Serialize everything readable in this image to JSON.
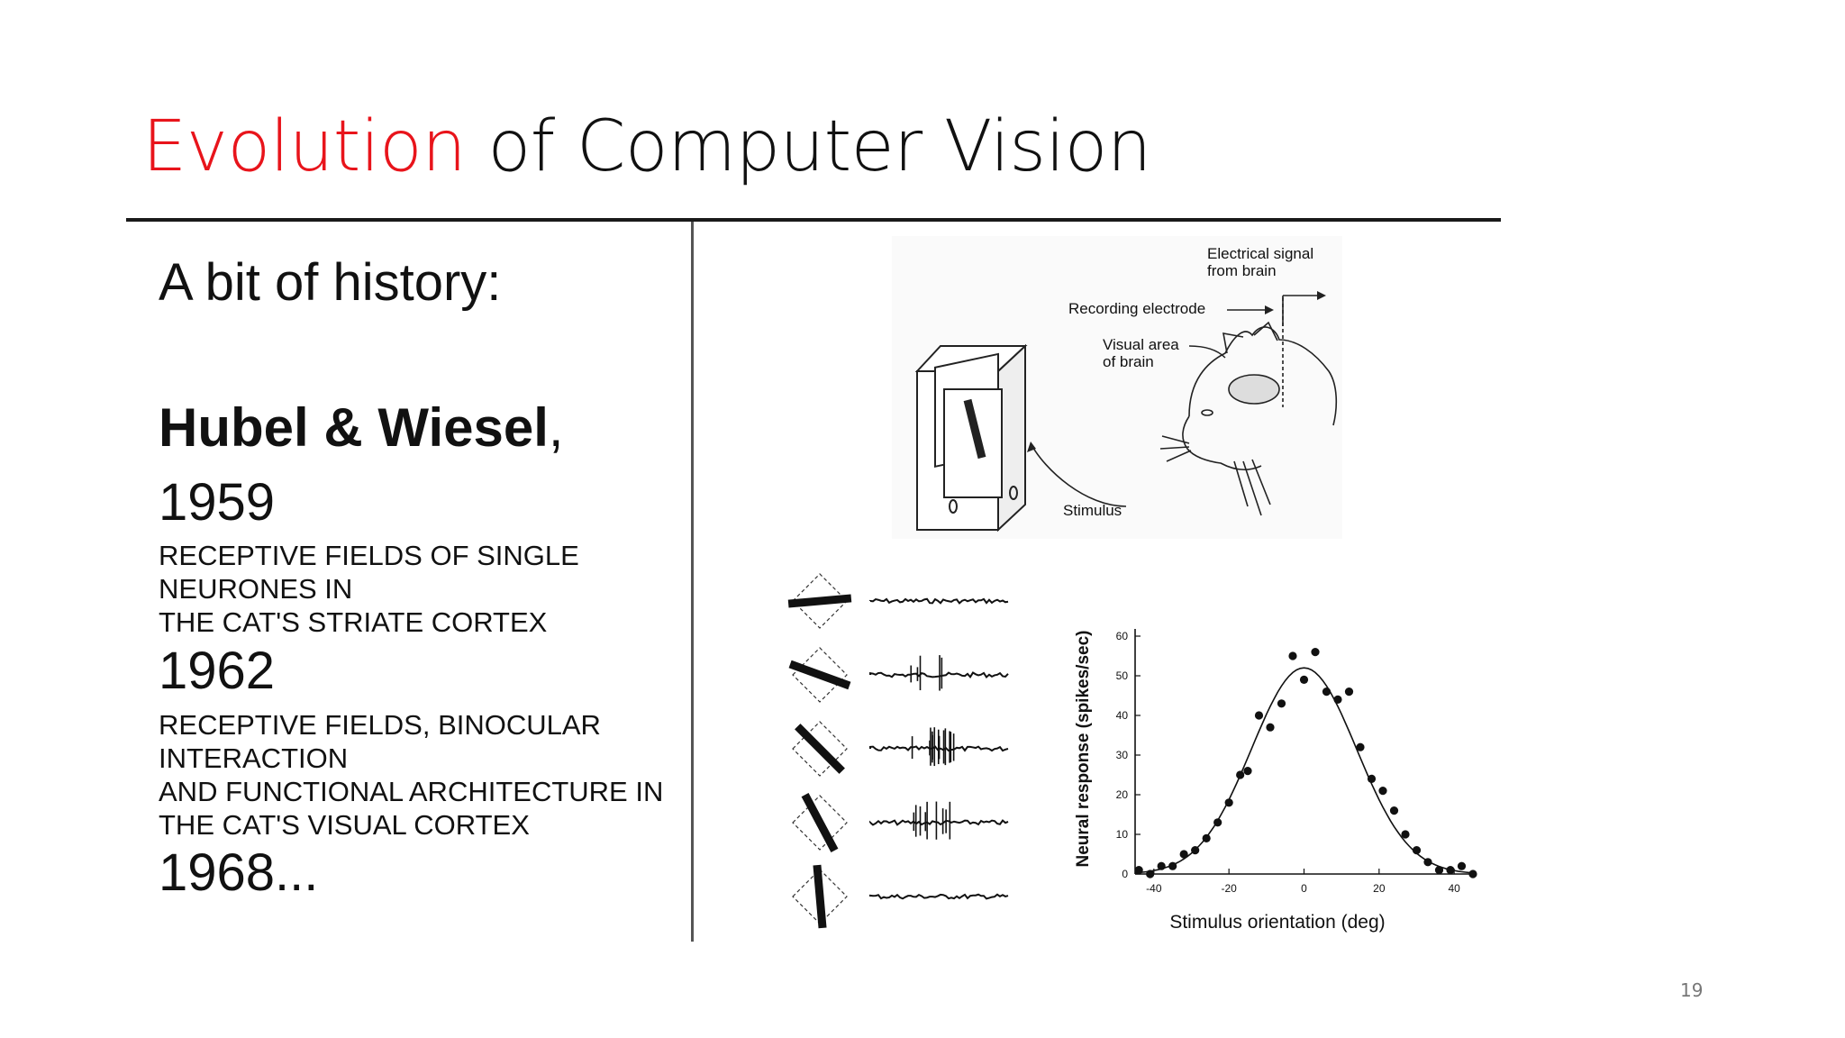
{
  "slide": {
    "title_accent": "Evolution",
    "title_rest": " of Computer Vision",
    "page_number": "19"
  },
  "left": {
    "heading": "A bit of history:",
    "names": "Hubel & Wiesel",
    "names_comma": ",",
    "entries": [
      {
        "year": "1959",
        "lines": [
          "RECEPTIVE FIELDS OF SINGLE",
          "NEURONES IN",
          "THE CAT'S STRIATE CORTEX"
        ]
      },
      {
        "year": "1962",
        "lines": [
          "RECEPTIVE FIELDS, BINOCULAR",
          "INTERACTION",
          "AND FUNCTIONAL ARCHITECTURE IN",
          "THE CAT'S VISUAL CORTEX"
        ]
      },
      {
        "year": "1968...",
        "lines": []
      }
    ]
  },
  "experiment": {
    "label_signal_1": "Electrical signal",
    "label_signal_2": "from brain",
    "label_electrode": "Recording electrode",
    "label_visual_1": "Visual area",
    "label_visual_2": "of brain",
    "label_stimulus": "Stimulus"
  },
  "chart_data": {
    "type": "scatter",
    "title": "",
    "xlabel": "Stimulus orientation (deg)",
    "ylabel": "Neural response (spikes/sec)",
    "xlim": [
      -45,
      45
    ],
    "ylim": [
      0,
      60
    ],
    "xticks": [
      -40,
      -20,
      0,
      20,
      40
    ],
    "yticks": [
      0,
      10,
      20,
      30,
      40,
      50,
      60
    ],
    "series": [
      {
        "style": "points",
        "x": [
          -44,
          -41,
          -38,
          -35,
          -32,
          -29,
          -26,
          -23,
          -20,
          -17,
          -15,
          -12,
          -9,
          -6,
          -3,
          0,
          3,
          6,
          9,
          12,
          15,
          18,
          21,
          24,
          27,
          30,
          33,
          36,
          39,
          42,
          45
        ],
        "y": [
          1,
          0,
          2,
          2,
          5,
          6,
          9,
          13,
          18,
          25,
          26,
          40,
          37,
          43,
          55,
          49,
          56,
          46,
          44,
          46,
          32,
          24,
          21,
          16,
          10,
          6,
          3,
          1,
          1,
          2,
          0
        ]
      },
      {
        "style": "curve",
        "amplitude": 52,
        "center": 0,
        "sigma": 14
      }
    ]
  }
}
